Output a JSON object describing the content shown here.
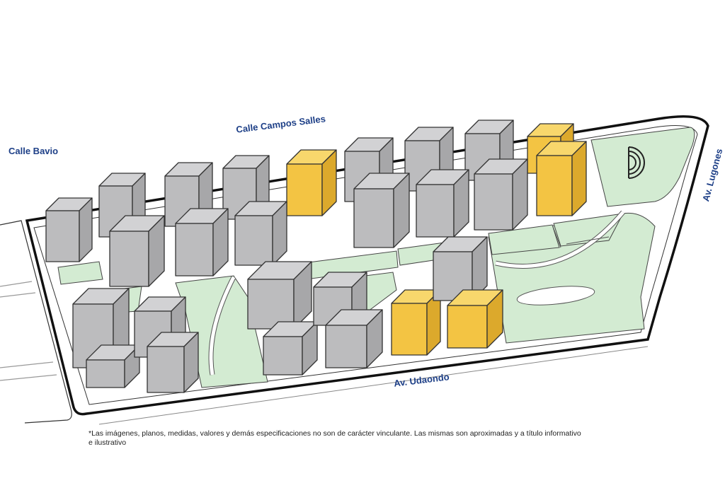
{
  "streets": {
    "north": "Calle Campos Salles",
    "west": "Calle Bavio",
    "east": "Av. Lugones",
    "south": "Av. Udaondo"
  },
  "disclaimer": "*Las imágenes, planos, medidas, valores y demás especificaciones no son de carácter vinculante. Las mismas son aproximadas y a título informativo e ilustrativo",
  "colors": {
    "building": "#bcbcbe",
    "highlighted_building": "#f3c443",
    "green_space": "#d3ebd2",
    "street_label": "#1d3f87"
  }
}
